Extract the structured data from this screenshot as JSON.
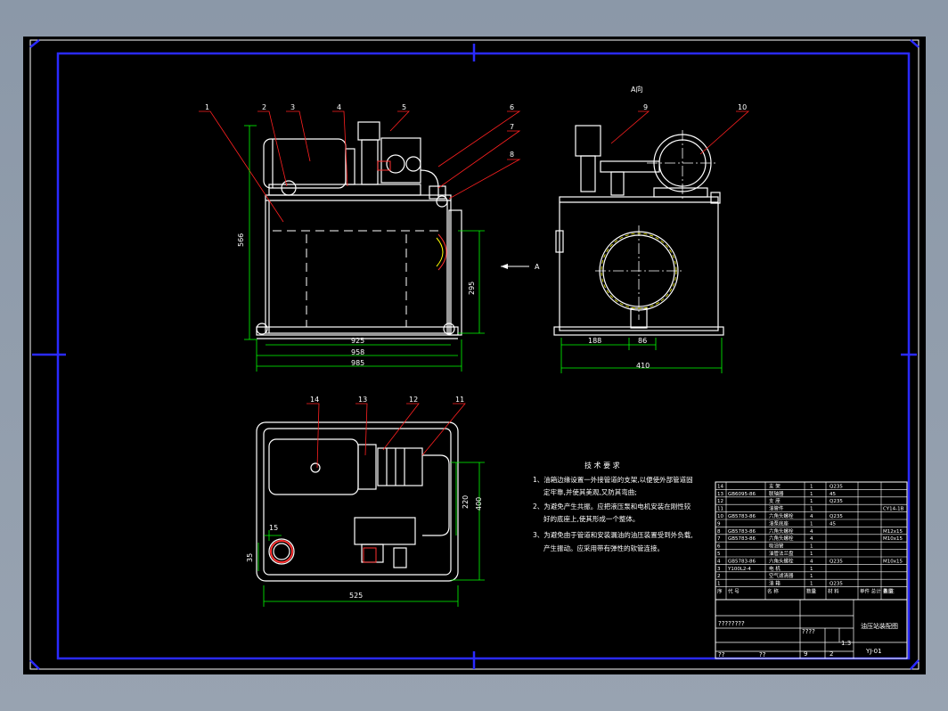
{
  "colors": {
    "background": "#000000",
    "frame": "#ffffff",
    "border": "#2a2aff",
    "dimension": "#00ff00",
    "leader": "#ff2020",
    "center_line": "#ffffff",
    "label": "#ffffff",
    "part": "#ffffff",
    "accent": "#ff3030",
    "seat": "#ffff00"
  },
  "front_view": {
    "balloons": [
      "1",
      "2",
      "3",
      "4",
      "5",
      "6",
      "7",
      "8"
    ],
    "dim_height": "566",
    "dim_295": "295",
    "dim_925": "925",
    "dim_958": "958",
    "dim_985": "985",
    "view_arrow_label": "A"
  },
  "side_view": {
    "title": "A向",
    "balloons": [
      "9",
      "10"
    ],
    "dim_188": "188",
    "dim_86": "86",
    "dim_410": "410"
  },
  "top_view": {
    "balloons": [
      "14",
      "13",
      "12",
      "11"
    ],
    "dim_15": "15",
    "dim_35": "35",
    "dim_220": "220",
    "dim_400": "400",
    "dim_525": "525"
  },
  "requirements": {
    "title": "技 术 要 求",
    "items": [
      "1、油箱边缘设置一外接管道的支架,以便使外部管道固",
      "定牢靠,并使其美观,又防其弯曲;",
      "2、为避免产生共振。应把液压泵和电机安装在刚性较",
      "好的底座上,使其形成一个整体。",
      "3、为避免由于管道和安装漏油的油压装置受到外负载,",
      "产生振动。应采用带有弹性的软管连接。"
    ]
  },
  "bom": {
    "rows": [
      {
        "no": "14",
        "code": "",
        "name": "支 架",
        "qty": "1",
        "material": "Q235",
        "note": ""
      },
      {
        "no": "13",
        "code": "GB6095-86",
        "name": "联轴器",
        "qty": "1",
        "material": "45",
        "note": ""
      },
      {
        "no": "12",
        "code": "",
        "name": "支 座",
        "qty": "1",
        "material": "Q235",
        "note": ""
      },
      {
        "no": "11",
        "code": "",
        "name": "油管件",
        "qty": "1",
        "material": "",
        "note": "CY14-1B"
      },
      {
        "no": "10",
        "code": "GB5783-86",
        "name": "六角头螺栓",
        "qty": "4",
        "material": "Q235",
        "note": ""
      },
      {
        "no": "9",
        "code": "",
        "name": "油泵底座",
        "qty": "1",
        "material": "45",
        "note": ""
      },
      {
        "no": "8",
        "code": "GB5783-86",
        "name": "六角头螺栓",
        "qty": "4",
        "material": "",
        "note": "M12x15"
      },
      {
        "no": "7",
        "code": "GB5783-86",
        "name": "六角头螺栓",
        "qty": "4",
        "material": "",
        "note": "M10x15"
      },
      {
        "no": "6",
        "code": "",
        "name": "吸油管",
        "qty": "1",
        "material": "",
        "note": ""
      },
      {
        "no": "5",
        "code": "",
        "name": "油管法兰盘",
        "qty": "1",
        "material": "",
        "note": ""
      },
      {
        "no": "4",
        "code": "GB5783-86",
        "name": "六角头螺栓",
        "qty": "4",
        "material": "Q235",
        "note": "M10x15"
      },
      {
        "no": "3",
        "code": "Y100L2-4",
        "name": "电 机",
        "qty": "1",
        "material": "",
        "note": ""
      },
      {
        "no": "2",
        "code": "",
        "name": "空气滤清器",
        "qty": "1",
        "material": "",
        "note": ""
      },
      {
        "no": "1",
        "code": "",
        "name": "油 箱",
        "qty": "1",
        "material": "Q235",
        "note": ""
      }
    ],
    "header": [
      "序",
      "代 号",
      "名 称",
      "数量",
      "材 料",
      "单件 总计",
      "重量",
      "备 注"
    ]
  },
  "title_block": {
    "drawing_name": "油压站装配图",
    "drawing_no": "YJ-01",
    "scale": "1:3",
    "sheet_total": "9",
    "sheet_no": "2",
    "marks": "????????",
    "mark2": "????",
    "mark3": "??",
    "mark4": "??"
  }
}
